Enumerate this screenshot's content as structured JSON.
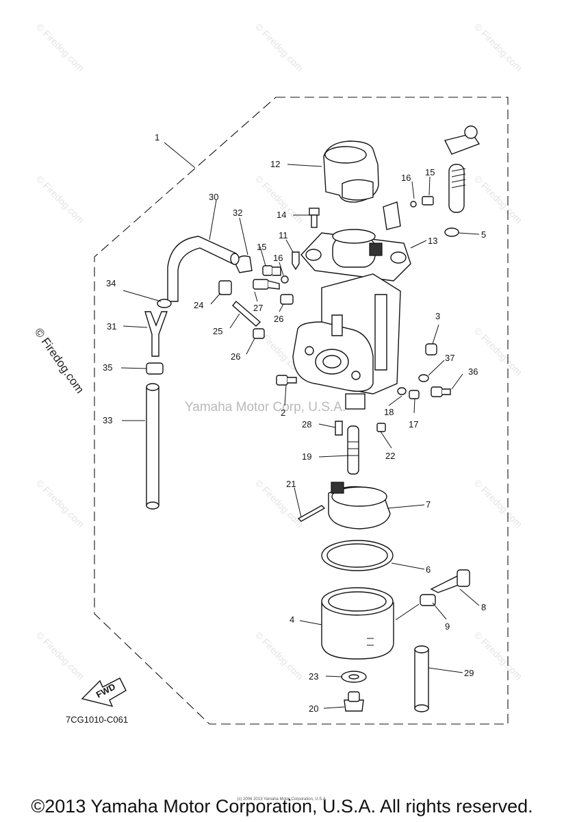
{
  "watermarks": {
    "site": "© Firedog.com",
    "center": "Yamaha Motor Corp, U.S.A."
  },
  "diagram": {
    "code": "7CG1010-C061",
    "fwd_label": "FWD",
    "callouts": {
      "c1": "1",
      "c2": "2",
      "c3": "3",
      "c4": "4",
      "c5": "5",
      "c6": "6",
      "c7": "7",
      "c8": "8",
      "c9": "9",
      "c11": "11",
      "c12": "12",
      "c13": "13",
      "c14": "14",
      "c15a": "15",
      "c15b": "15",
      "c16a": "16",
      "c16b": "16",
      "c17": "17",
      "c18": "18",
      "c19": "19",
      "c20": "20",
      "c21": "21",
      "c22": "22",
      "c23": "23",
      "c24": "24",
      "c25": "25",
      "c26a": "26",
      "c26b": "26",
      "c27": "27",
      "c28": "28",
      "c29": "29",
      "c30": "30",
      "c31": "31",
      "c32": "32",
      "c33": "33",
      "c34": "34",
      "c35": "35",
      "c36": "36",
      "c37": "37"
    }
  },
  "footer": {
    "copyright": "©2013 Yamaha Motor Corporation, U.S.A. All rights reserved.",
    "tiny": "(c) 2006 2013 Yamaha Motor Corporation, U.S.A."
  }
}
